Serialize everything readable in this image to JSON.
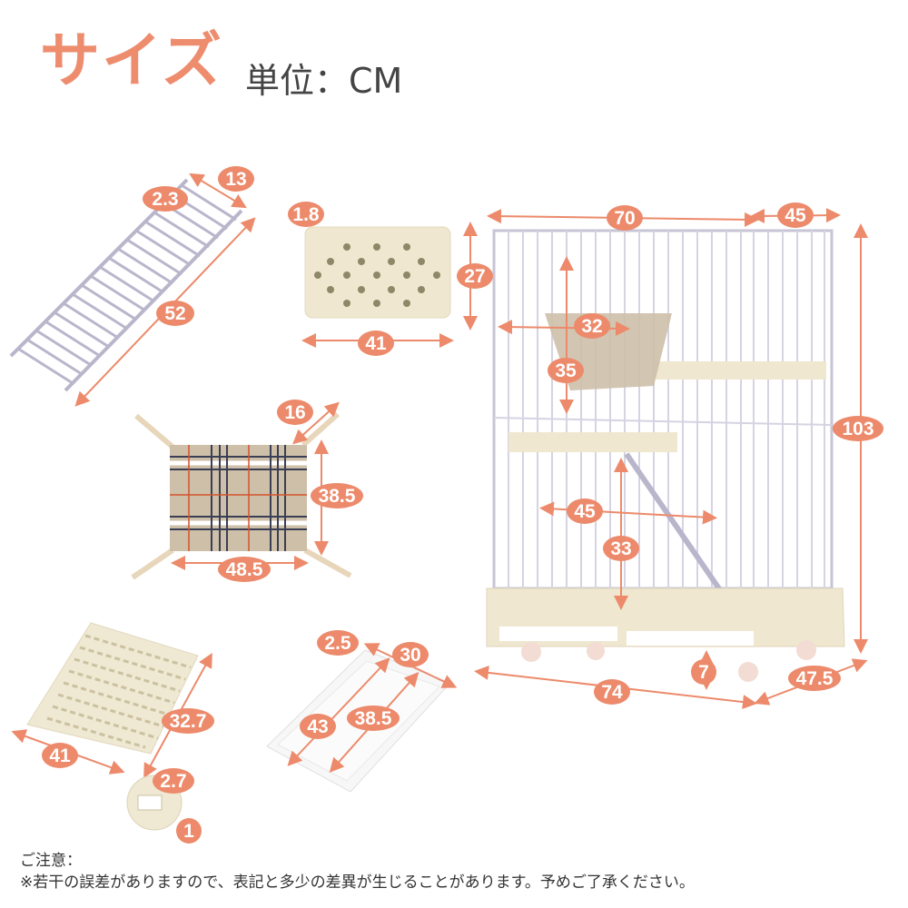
{
  "header": {
    "title": "サイズ",
    "unit_label": "単位：CM"
  },
  "colors": {
    "accent": "#ec8a6b",
    "title": "#ee8c6e",
    "text": "#444444",
    "beige": "#efe7cf",
    "wire": "#b9b6cc"
  },
  "parts": {
    "ladder": {
      "width": "13",
      "step_gap": "2.3",
      "length": "52"
    },
    "shelf_board": {
      "thickness": "1.8",
      "depth": "27",
      "width": "41"
    },
    "hammock": {
      "strap": "16",
      "height": "38.5",
      "width": "48.5"
    },
    "grid_floor": {
      "depth": "32.7",
      "width": "41",
      "slot_width": "2.7",
      "slot_height": "1"
    },
    "tray": {
      "height": "2.5",
      "width": "30",
      "outer_length": "43",
      "inner_length": "38.5"
    },
    "cage": {
      "width": "70",
      "depth": "45",
      "height": "103",
      "upper_door_width": "32",
      "upper_door_height": "35",
      "lower_door_width": "45",
      "lower_door_height": "33",
      "caster_height": "7",
      "base_width": "74",
      "base_depth": "47.5"
    }
  },
  "notes": {
    "heading": "ご注意：",
    "body": "※若干の誤差がありますので、表記と多少の差異が生じることがあります。予めご了承ください。"
  }
}
